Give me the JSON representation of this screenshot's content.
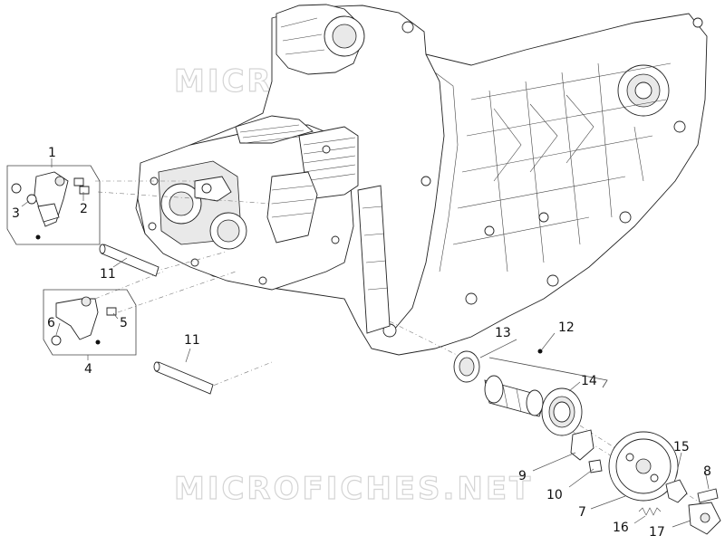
{
  "watermark": "MICROFICHES.NET",
  "callouts": [
    {
      "id": "1",
      "label": "1"
    },
    {
      "id": "2",
      "label": "2"
    },
    {
      "id": "3",
      "label": "3"
    },
    {
      "id": "4",
      "label": "4"
    },
    {
      "id": "5",
      "label": "5"
    },
    {
      "id": "6",
      "label": "6"
    },
    {
      "id": "7",
      "label": "7"
    },
    {
      "id": "8",
      "label": "8"
    },
    {
      "id": "9",
      "label": "9"
    },
    {
      "id": "10",
      "label": "10"
    },
    {
      "id": "11a",
      "label": "11"
    },
    {
      "id": "11b",
      "label": "11"
    },
    {
      "id": "12",
      "label": "12"
    },
    {
      "id": "13",
      "label": "13"
    },
    {
      "id": "14",
      "label": "14"
    },
    {
      "id": "15",
      "label": "15"
    },
    {
      "id": "16",
      "label": "16"
    },
    {
      "id": "17",
      "label": "17"
    }
  ]
}
